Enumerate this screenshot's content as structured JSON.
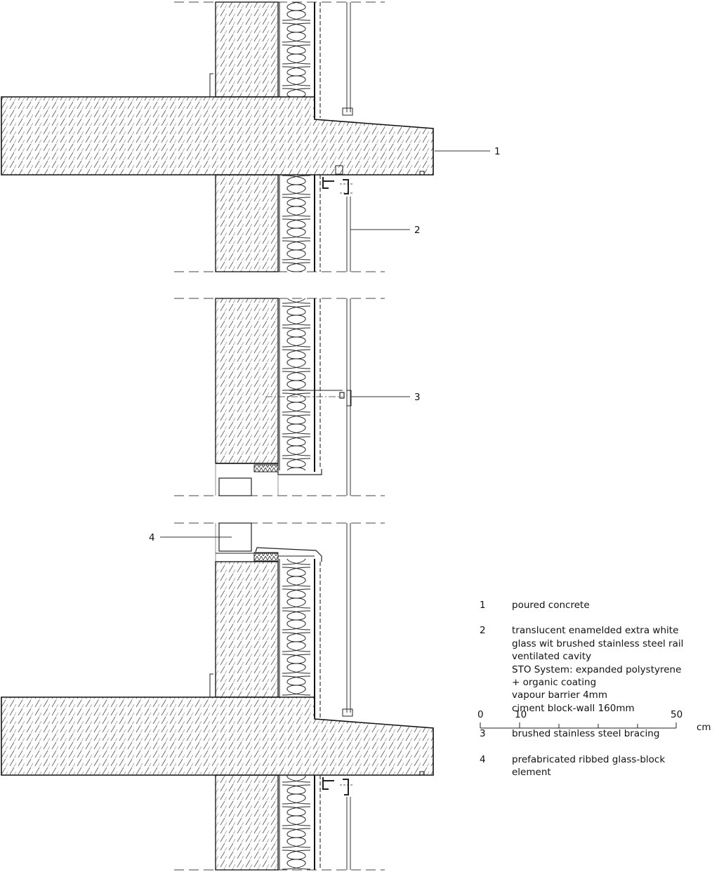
{
  "callouts": {
    "c1": "1",
    "c2": "2",
    "c3": "3",
    "c4": "4"
  },
  "legend": [
    {
      "num": "1",
      "lines": [
        "poured concrete"
      ]
    },
    {
      "num": "2",
      "lines": [
        "translucent enamelded extra white",
        "glass wit brushed stainless steel rail",
        "ventilated cavity",
        "STO System: expanded polystyrene",
        "+ organic coating",
        "vapour barrier 4mm",
        "ciment block-wall 160mm"
      ]
    },
    {
      "num": "3",
      "lines": [
        "brushed stainless steel bracing"
      ]
    },
    {
      "num": "4",
      "lines": [
        "prefabricated ribbed glass-block",
        "element"
      ]
    }
  ],
  "scale_bar": {
    "labels": [
      "0",
      "10",
      "50"
    ],
    "unit": "cm"
  }
}
